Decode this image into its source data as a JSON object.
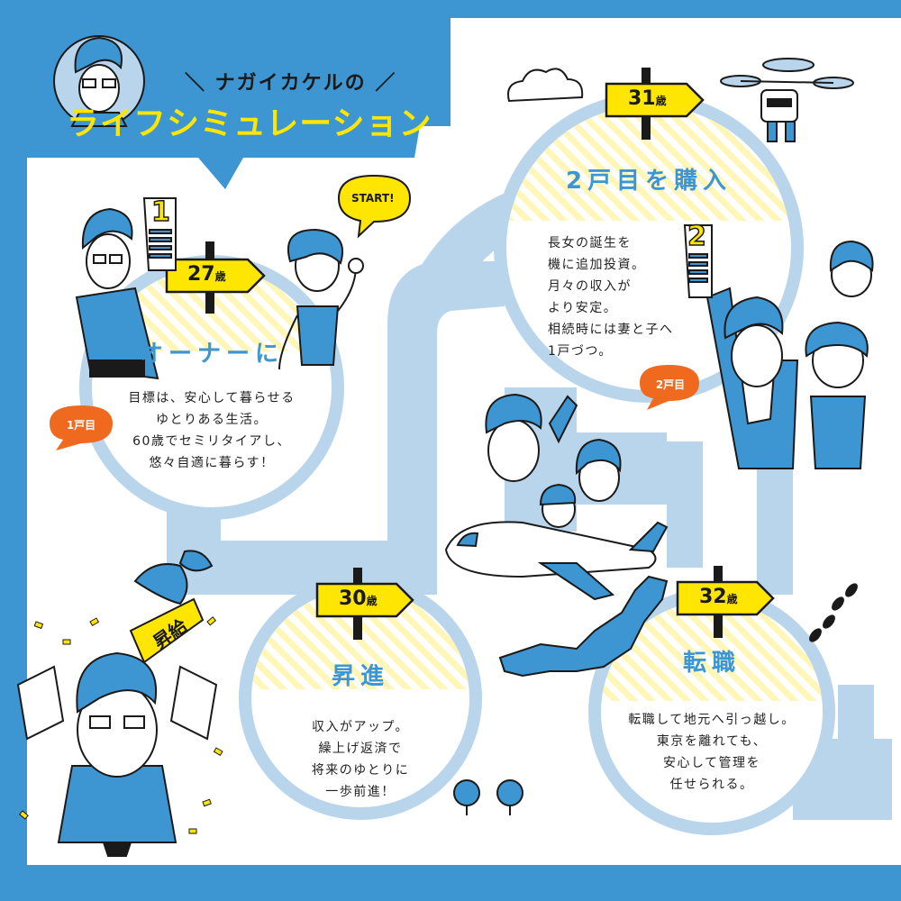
{
  "header": {
    "subtitle": "＼ ナガイカケルの ／",
    "title": "ライフシミュレーション"
  },
  "start_label": "START!",
  "medals": {
    "first": "1",
    "second": "2"
  },
  "sash_text": "昇給",
  "stages": {
    "age27": {
      "age": "27",
      "unit": "歳",
      "heading": "オーナーに",
      "lines": [
        "目標は、安心して暮らせる",
        "ゆとりある生活。",
        "60歳でセミリタイアし、",
        "悠々自適に暮らす！"
      ],
      "badge": "1戸目"
    },
    "age31": {
      "age": "31",
      "unit": "歳",
      "heading": "2戸目を購入",
      "lines": [
        "長女の誕生を",
        "機に追加投資。",
        "月々の収入が",
        "より安定。",
        "相続時には妻と子へ",
        "1戸づつ。"
      ],
      "badge": "2戸目"
    },
    "age30": {
      "age": "30",
      "unit": "歳",
      "heading": "昇進",
      "lines": [
        "収入がアップ。",
        "繰上げ返済で",
        "将来のゆとりに",
        "一歩前進！"
      ]
    },
    "age32": {
      "age": "32",
      "unit": "歳",
      "heading": "転職",
      "lines": [
        "転職して地元へ引っ越し。",
        "東京を離れても、",
        "安心して管理を",
        "任せられる。"
      ]
    }
  },
  "colors": {
    "blue": "#3d96d1",
    "light_blue": "#b9d5ec",
    "yellow": "#ffe600",
    "pale_yellow": "#fff6b8",
    "orange": "#ef6a1f",
    "ink": "#1a1a1a"
  }
}
